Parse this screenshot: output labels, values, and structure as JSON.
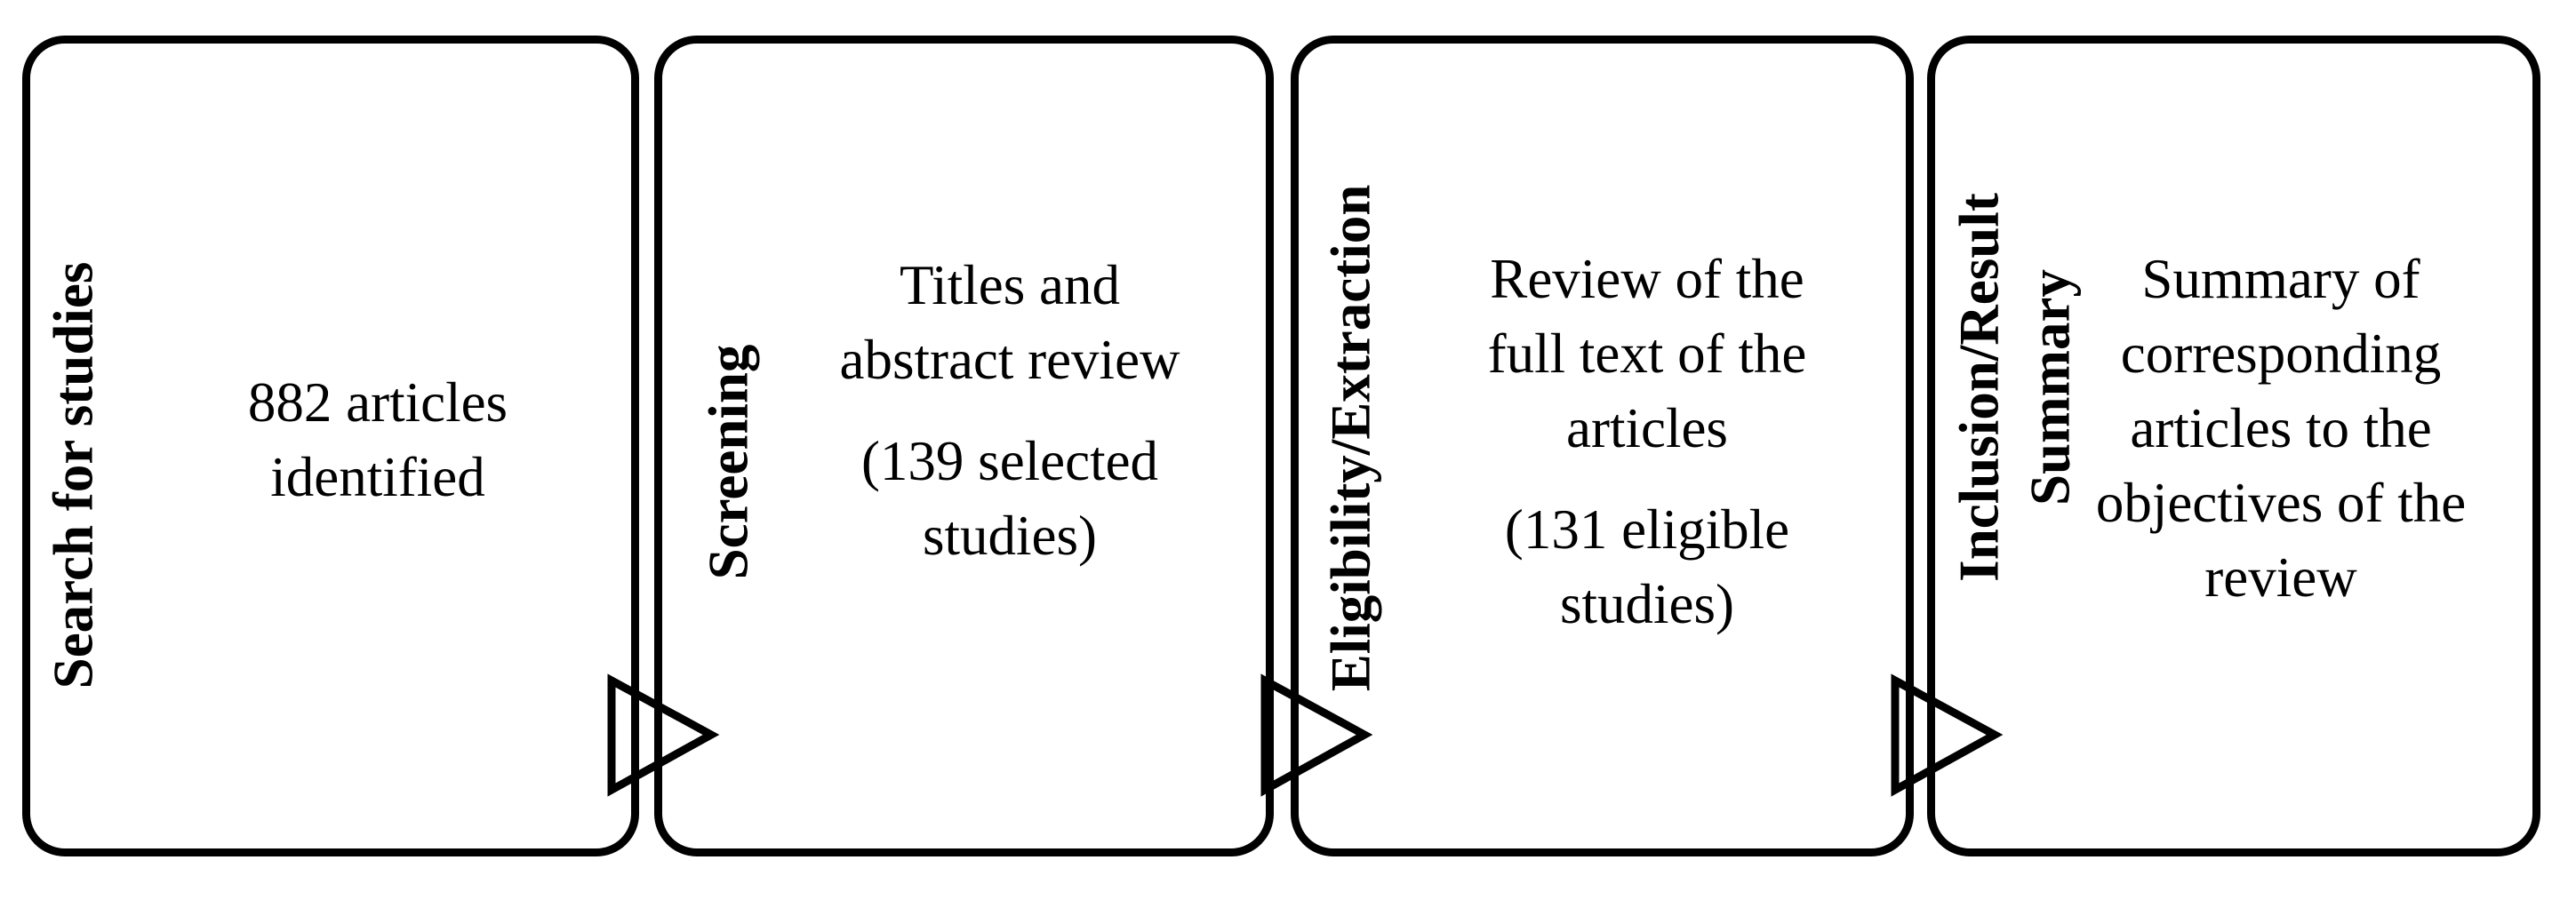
{
  "figure": {
    "type": "flow-diagram",
    "direction": "left-to-right",
    "colors": {
      "background": "#ffffff",
      "line": "#000000",
      "text": "#000000"
    },
    "boxes": [
      {
        "label_lines": [
          "Search for studies"
        ],
        "paragraphs": [
          [
            "882 articles",
            "identified"
          ]
        ]
      },
      {
        "label_lines": [
          "Screening"
        ],
        "paragraphs": [
          [
            "Titles and",
            "abstract review"
          ],
          [
            "(139 selected",
            "studies)"
          ]
        ]
      },
      {
        "label_lines": [
          "Eligibility/Extraction"
        ],
        "paragraphs": [
          [
            "Review of the",
            "full text of the",
            "articles"
          ],
          [
            "(131 eligible",
            "studies)"
          ]
        ]
      },
      {
        "label_lines": [
          "Inclusion/Result",
          "Summary"
        ],
        "paragraphs": [
          [
            "Summary of",
            "corresponding",
            "articles to the",
            "objectives of the",
            "review"
          ]
        ]
      }
    ],
    "connectors": [
      {
        "from": 0,
        "to": 1,
        "icon": "right-triangle-arrow"
      },
      {
        "from": 1,
        "to": 2,
        "icon": "right-triangle-arrow"
      },
      {
        "from": 2,
        "to": 3,
        "icon": "right-triangle-arrow"
      }
    ]
  }
}
